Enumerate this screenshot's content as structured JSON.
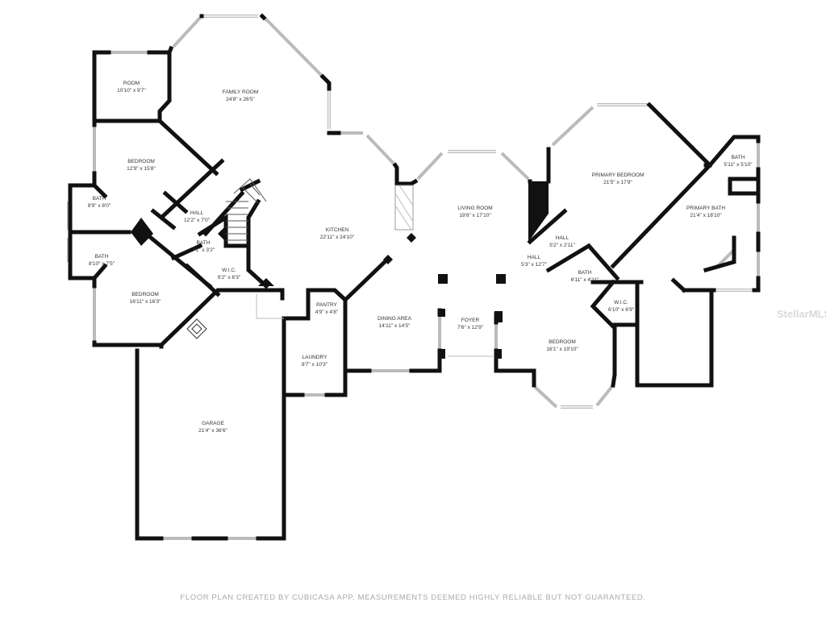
{
  "rooms": [
    {
      "name": "ROOM",
      "size": "10'10\" x 9'7\""
    },
    {
      "name": "FAMILY ROOM",
      "size": "24'8\" x 26'5\""
    },
    {
      "name": "BEDROOM",
      "size": "12'9\" x 15'8\""
    },
    {
      "name": "BATH",
      "size": "8'9\" x 8'0\""
    },
    {
      "name": "HALL",
      "size": "12'2\" x 7'0\""
    },
    {
      "name": "BATH",
      "size": "7'1\" x 3'2\""
    },
    {
      "name": "BATH",
      "size": "8'10\" x 7'5\""
    },
    {
      "name": "W.I.C.",
      "size": "9'2\" x 6'3\""
    },
    {
      "name": "BEDROOM",
      "size": "16'11\" x 16'3\""
    },
    {
      "name": "KITCHEN",
      "size": "22'11\" x 24'10\""
    },
    {
      "name": "PANTRY",
      "size": "4'9\" x 4'8\""
    },
    {
      "name": "LAUNDRY",
      "size": "8'7\" x 10'3\""
    },
    {
      "name": "GARAGE",
      "size": "21'4\" x 36'6\""
    },
    {
      "name": "DINING AREA",
      "size": "14'11\" x 14'5\""
    },
    {
      "name": "FOYER",
      "size": "7'6\" x 12'9\""
    },
    {
      "name": "LIVING ROOM",
      "size": "19'8\" x 17'10\""
    },
    {
      "name": "HALL",
      "size": "5'2\" x 2'11\""
    },
    {
      "name": "HALL",
      "size": "5'3\" x 12'7\""
    },
    {
      "name": "BATH",
      "size": "6'11\" x 4'11\""
    },
    {
      "name": "BEDROOM",
      "size": "16'1\" x 19'10\""
    },
    {
      "name": "W.I.C.",
      "size": "6'10\" x 6'9\""
    },
    {
      "name": "PRIMARY BEDROOM",
      "size": "21'5\" x 17'9\""
    },
    {
      "name": "PRIMARY BATH",
      "size": "21'4\" x 18'10\""
    },
    {
      "name": "BATH",
      "size": "5'11\" x 5'10\""
    }
  ],
  "footer": "FLOOR PLAN CREATED BY CUBICASA APP. MEASUREMENTS DEEMED HIGHLY RELIABLE BUT NOT GUARANTEED.",
  "watermark": "StellarMLS"
}
